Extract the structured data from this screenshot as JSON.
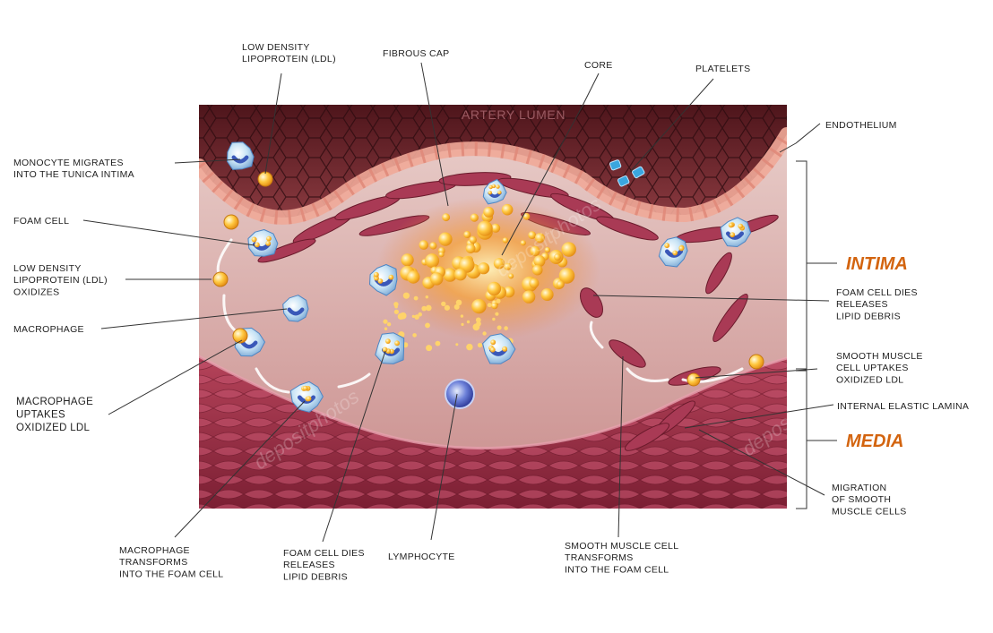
{
  "region_title": "ARTERY LUMEN",
  "regions": {
    "intima": "INTIMA",
    "media": "MEDIA"
  },
  "watermark": "depositphotos",
  "labels": {
    "ldl": [
      "LOW DENSITY",
      "LIPOPROTEIN (LDL)"
    ],
    "fibrous_cap": [
      "FIBROUS CAP"
    ],
    "core": [
      "CORE"
    ],
    "platelets": [
      "PLATELETS"
    ],
    "endothelium": [
      "ENDOTHELIUM"
    ],
    "monocyte": [
      "MONOCYTE MIGRATES",
      "INTO THE TUNICA INTIMA"
    ],
    "foam_cell": [
      "FOAM CELL"
    ],
    "ldl_oxidizes": [
      "LOW DENSITY",
      "LIPOPROTEIN (LDL)",
      "OXIDIZES"
    ],
    "macrophage": [
      "MACROPHAGE"
    ],
    "macrophage_uptakes": [
      "MACROPHAGE",
      "UPTAKES",
      "OXIDIZED LDL"
    ],
    "macrophage_transforms": [
      "MACROPHAGE",
      "TRANSFORMS",
      "INTO THE FOAM CELL"
    ],
    "foam_dies_bottom": [
      "FOAM CELL DIES",
      "RELEASES",
      "LIPID DEBRIS"
    ],
    "lymphocyte": [
      "LYMPHOCYTE"
    ],
    "smc_transforms": [
      "SMOOTH MUSCLE CELL",
      "TRANSFORMS",
      "INTO THE FOAM CELL"
    ],
    "foam_dies_right": [
      "FOAM CELL DIES",
      "RELEASES",
      "LIPID DEBRIS"
    ],
    "smc_uptakes": [
      "SMOOTH MUSCLE",
      "CELL UPTAKES",
      "OXIDIZED LDL"
    ],
    "iel": [
      "INTERNAL ELASTIC LAMINA"
    ],
    "migration": [
      "MIGRATION",
      "OF SMOOTH",
      "MUSCLE CELLS"
    ]
  },
  "colors": {
    "lumen": "#6b2228",
    "intima": "#dba9a6",
    "media": "#a5374a",
    "core": "#f6b43b",
    "region_text": "#d3640f"
  }
}
